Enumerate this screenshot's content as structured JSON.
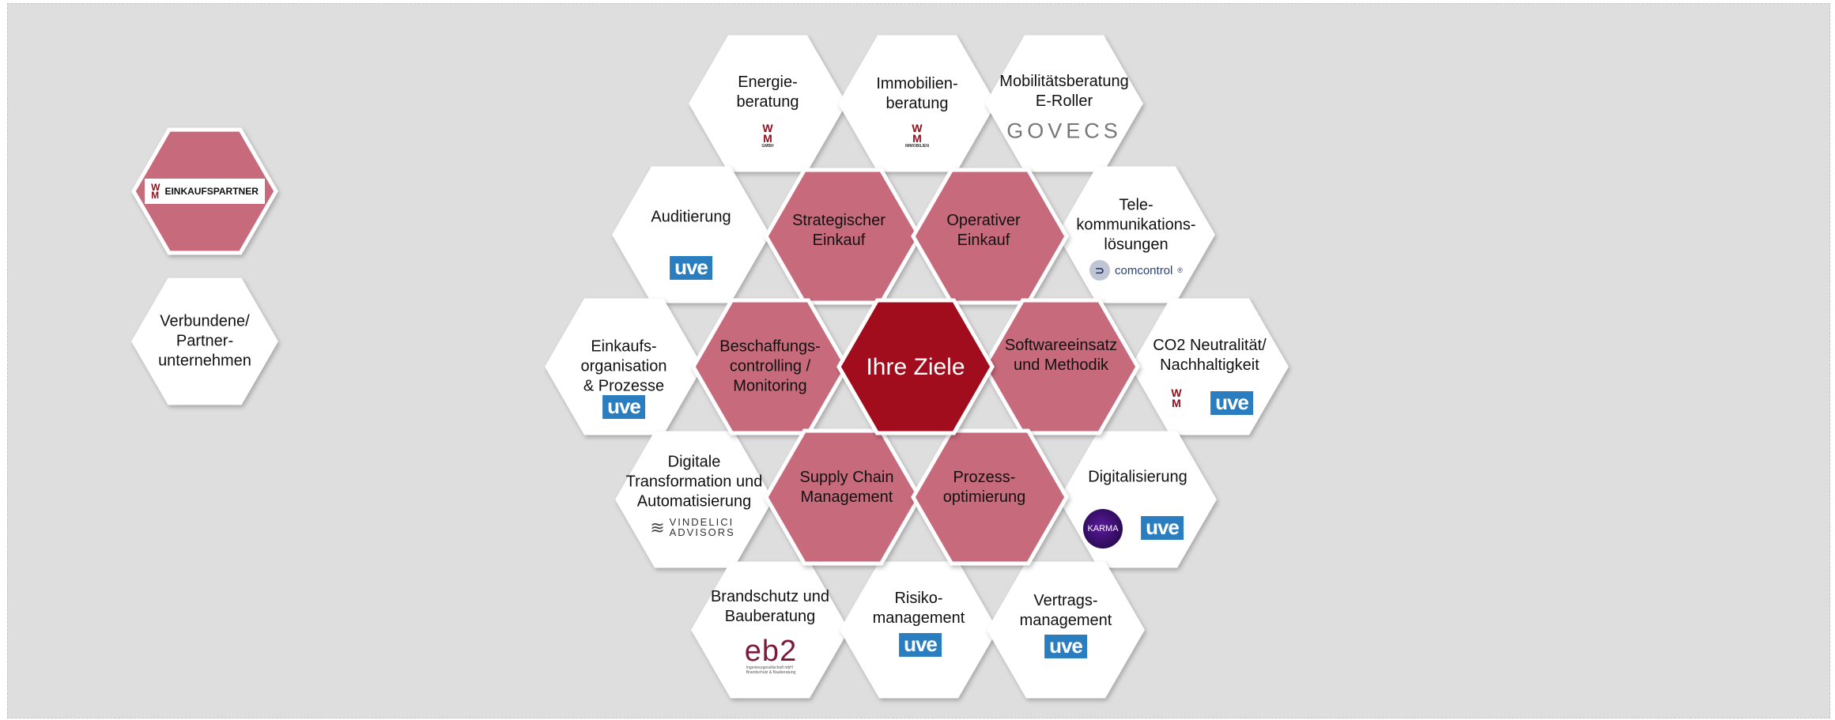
{
  "colors": {
    "background": "#dedede",
    "center_fill": "#a1071f",
    "inner_fill": "#c76a7c",
    "outer_fill": "#ffffff",
    "uve_blue": "#2a7ec0",
    "wm_red": "#8e0f1c"
  },
  "legend": {
    "partner_badge": "EINKAUFSPARTNER",
    "partner_logo": "WM",
    "affiliates": "Verbundene/\nPartner-\nunternehmen"
  },
  "hexagons": {
    "center": {
      "label": "Ihre Ziele"
    },
    "strategic": {
      "label": "Strategischer\nEinkauf"
    },
    "operative": {
      "label": "Operativer\nEinkauf"
    },
    "controlling": {
      "label": "Beschaffungs-\ncontrolling /\nMonitoring"
    },
    "software": {
      "label": "Softwareeinsatz\nund Methodik"
    },
    "supply_chain": {
      "label": "Supply Chain\nManagement"
    },
    "process": {
      "label": "Prozess-\noptimierung"
    },
    "energy": {
      "label": "Energie-\nberatung"
    },
    "real_estate": {
      "label": "Immobilien-\nberatung"
    },
    "mobility": {
      "label": "Mobilitätsberatung\nE-Roller"
    },
    "audit": {
      "label": "Auditierung"
    },
    "telecom": {
      "label": "Tele-\nkommunikations-\nlösungen"
    },
    "purchasing_org": {
      "label": "Einkaufs-\norganisation\n& Prozesse"
    },
    "co2": {
      "label": "CO2 Neutralität/\nNachhaltigkeit"
    },
    "digital_transformation": {
      "label": "Digitale\nTransformation und\nAutomatisierung"
    },
    "digitalization": {
      "label": "Digitalisierung"
    },
    "fire_protection": {
      "label": "Brandschutz und\nBauberatung"
    },
    "risk": {
      "label": "Risiko-\nmanagement"
    },
    "contracts": {
      "label": "Vertrags-\nmanagement"
    }
  },
  "logos": {
    "wm": "W\nM",
    "uve": "uve",
    "govecs": "GOVECS",
    "comcontrol": "comcontrol",
    "comcontrol_reg": "®",
    "vindelici": "VINDELICI\nADVISORS",
    "karma": "KARMA",
    "eb2": "eb2",
    "eb2_sub": "Ingenieurgesellschaft mbH\nBrandschutz & Bauberatung",
    "wm_immobilien": "IMMOBILIEN",
    "wm_gmbh": "GMBH"
  }
}
